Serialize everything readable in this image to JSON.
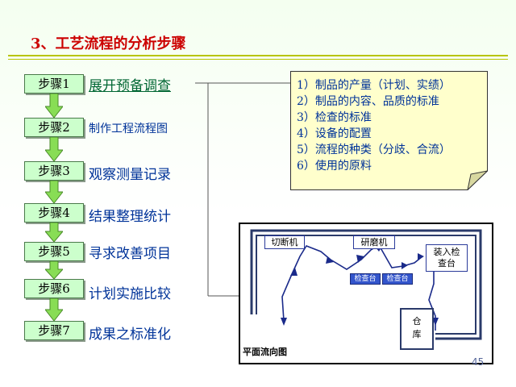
{
  "title": "3、工艺流程的分析步骤",
  "steps": [
    {
      "label": "步骤1",
      "desc": "展开预备调查"
    },
    {
      "label": "步骤2",
      "desc": "制作工程流程图"
    },
    {
      "label": "步骤3",
      "desc": "观察测量记录"
    },
    {
      "label": "步骤4",
      "desc": "结果整理统计"
    },
    {
      "label": "步骤5",
      "desc": "寻求改善项目"
    },
    {
      "label": "步骤6",
      "desc": "计划实施比较"
    },
    {
      "label": "步骤7",
      "desc": "成果之标准化"
    }
  ],
  "survey_items": [
    "1）制品的产量（计划、实绩）",
    "2）制品的内容、品质的标准",
    "3）检查的标准",
    "4）设备的配置",
    "5）流程的种类（分歧、合流）",
    "6）使用的原料"
  ],
  "layout_plan": {
    "label": "平面流向图",
    "cutting_machine": "切断机",
    "grinding_machine": "研磨机",
    "inspection_1": "检查台",
    "inspection_2": "检查台",
    "assembly_line1": "装入检",
    "assembly_line2": "查台",
    "warehouse_line1": "仓",
    "warehouse_line2": "库"
  },
  "page_number": "45",
  "colors": {
    "title": "#cc0000",
    "step_fill": "#ccffcc",
    "desc_text": "#003399",
    "rule": "#b8c400",
    "note_fill": "#ffffcc"
  }
}
